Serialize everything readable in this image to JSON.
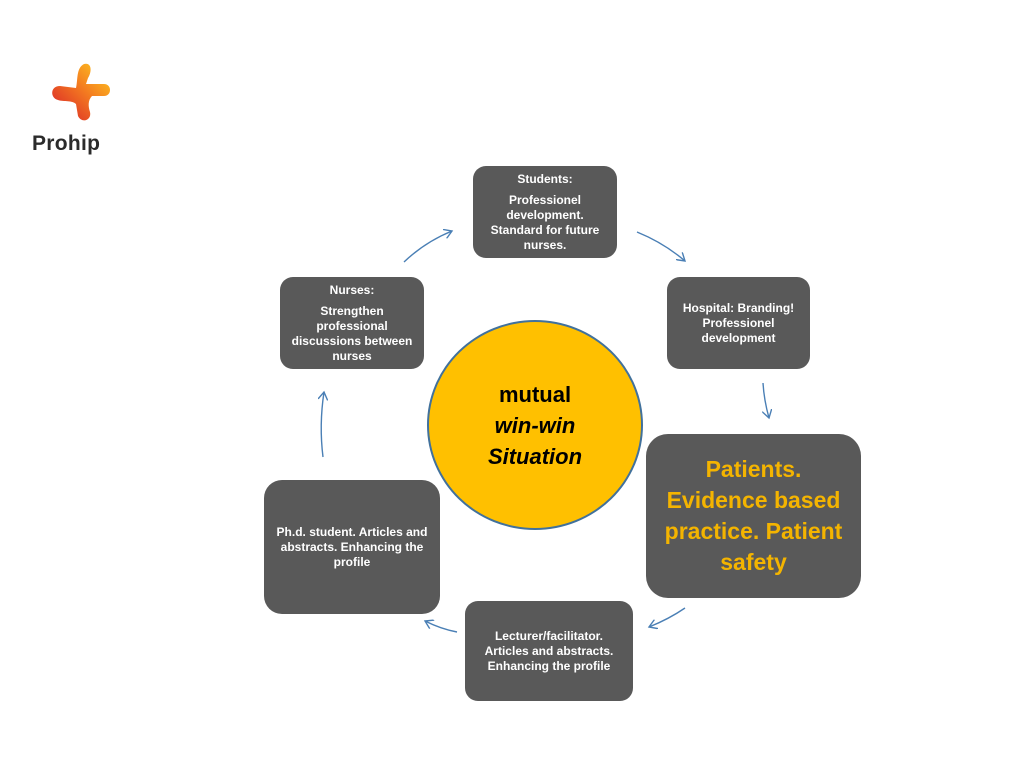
{
  "logo": {
    "text": "Prohip",
    "icon": "prohip-cross-logo"
  },
  "center": {
    "line1": "mutual",
    "line2": "win-win",
    "line3": "Situation",
    "fill": "#ffc000",
    "border": "#41719c"
  },
  "nodes": {
    "students": {
      "head": "Students:",
      "body": "Professionel development. Standard for future nurses."
    },
    "hospital": {
      "body": "Hospital: Branding! Professionel development"
    },
    "patients": {
      "body": "Patients. Evidence based practice. Patient safety"
    },
    "lecturer": {
      "body": "Lecturer/facilitator. Articles and abstracts. Enhancing the profile"
    },
    "phd": {
      "body": "Ph.d. student. Articles and abstracts. Enhancing the profile"
    },
    "nurses": {
      "head": "Nurses:",
      "body": "Strengthen professional discussions between nurses"
    }
  },
  "colors": {
    "box": "#595959",
    "highlight_text": "#f4b400",
    "arrow": "#4a7fb5"
  }
}
